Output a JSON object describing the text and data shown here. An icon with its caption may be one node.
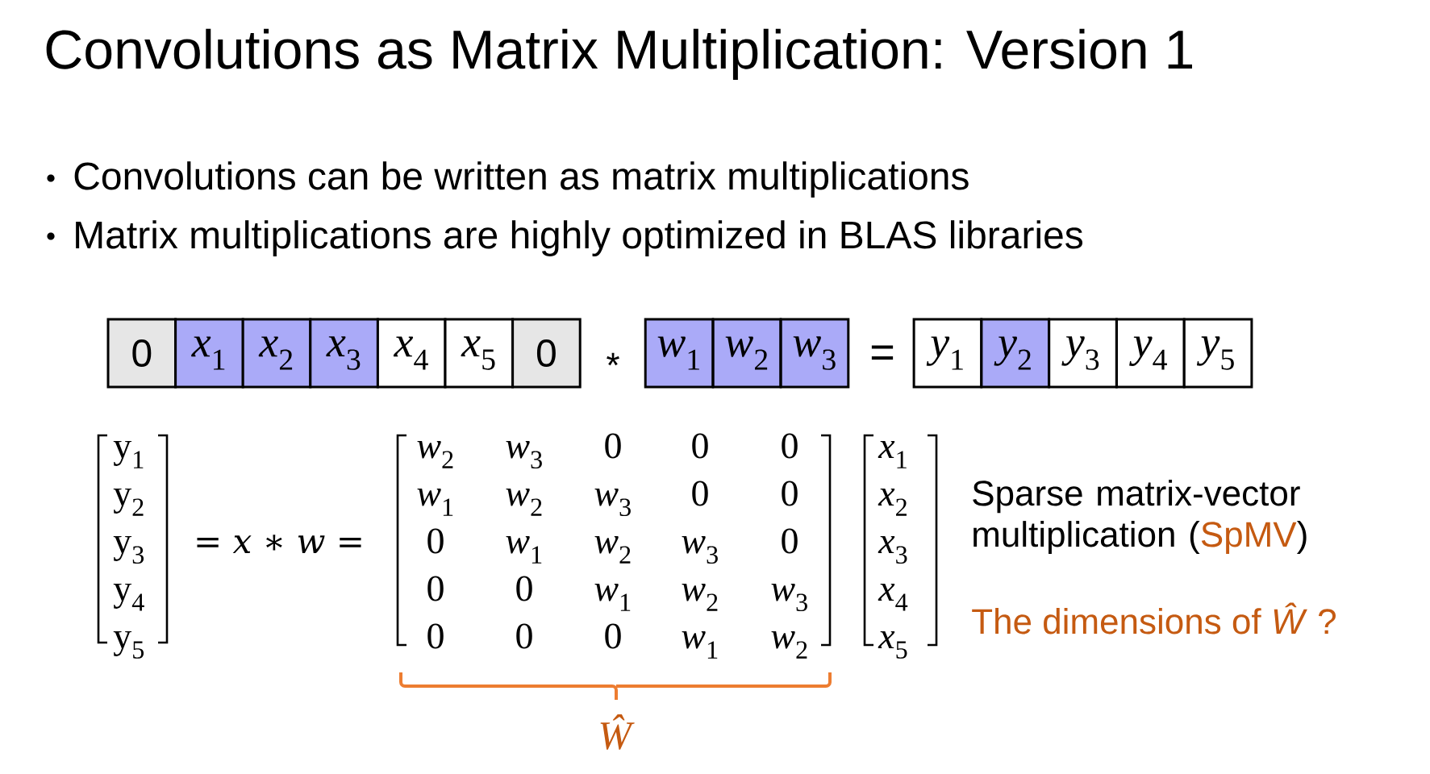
{
  "diagram": {
    "title": "Convolutions as Matrix Multiplication: Version 1",
    "nodes": [
      {
        "text": [
          "0"
        ]
      },
      {
        "text": [
          "*x*$_{1}$"
        ]
      },
      {
        "text": [
          "*x*$_{2}$"
        ]
      },
      {
        "text": [
          "*x*$_{3}$"
        ]
      },
      {
        "text": [
          "*x*$_{4}$"
        ]
      },
      {
        "text": [
          "*x*$_{5}$"
        ]
      },
      {
        "text": [
          "0"
        ]
      },
      {
        "text": [
          "*w*$_{1}$"
        ]
      },
      {
        "text": [
          "*w*$_{2}$"
        ]
      },
      {
        "text": [
          "*w*$_{3}$"
        ]
      },
      {
        "text": [
          "*y*$_{1}$"
        ]
      },
      {
        "text": [
          "*y*$_{2}$"
        ]
      },
      {
        "text": [
          "*y*$_{3}$"
        ]
      },
      {
        "text": [
          "*y*$_{4}$"
        ]
      },
      {
        "text": [
          "*y*$_{5}$"
        ]
      }
    ],
    "labels": [
      "Convolutions can be written as matrix multiplications",
      "Matrix multiplications are highly optimized in BLAS libraries",
      "*",
      "=",
      "y$_{1}$",
      "y$_{2}$",
      "y$_{3}$",
      "y$_{4}$",
      "y$_{5}$",
      "= *x* ∗ *w* =",
      "*w*$_{2}$",
      "*w*$_{3}$",
      "0",
      "0",
      "0",
      "*w*$_{1}$",
      "*w*$_{2}$",
      "*w*$_{3}$",
      "0",
      "0",
      "0",
      "*w*$_{1}$",
      "*w*$_{2}$",
      "*w*$_{3}$",
      "0",
      "0",
      "0",
      "*w*$_{1}$",
      "*w*$_{2}$",
      "*w*$_{3}$",
      "0",
      "0",
      "0",
      "*w*$_{1}$",
      "*w*$_{2}$",
      "*x*$_{1}$",
      "*x*$_{2}$",
      "*x*$_{3}$",
      "*x*$_{4}$",
      "*x*$_{5}$",
      "Sparse matrix-vector multiplication (SpMV)",
      "The dimensions of *Ŵ* ?",
      "*Ŵ*"
    ]
  }
}
